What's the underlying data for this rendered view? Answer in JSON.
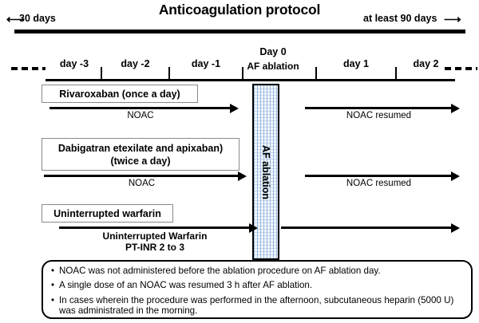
{
  "title": "Anticoagulation protocol",
  "span": {
    "left_label": "30 days",
    "right_label": "at least 90 days",
    "left_arrow_glyph": "⟵",
    "right_arrow_glyph": "⟶"
  },
  "timeline": {
    "days": [
      {
        "label": "day -3"
      },
      {
        "label": "day -2"
      },
      {
        "label": "day -1"
      },
      {
        "label": "day 1"
      },
      {
        "label": "day 2"
      }
    ],
    "day0_title": "Day  0",
    "day0_subtitle": "AF ablation"
  },
  "ablation_column": {
    "label": "AF ablation",
    "fill_color": "#f3f7fd",
    "pattern_color": "#9ab8dd"
  },
  "rows": [
    {
      "box_lines": [
        "Rivaroxaban (once a day)"
      ],
      "pre_label": "NOAC",
      "post_label": "NOAC resumed"
    },
    {
      "box_lines": [
        "Dabigatran etexilate and apixaban)",
        "(twice a day)"
      ],
      "pre_label": "NOAC",
      "post_label": "NOAC resumed"
    },
    {
      "box_lines": [
        "Uninterrupted warfarin"
      ],
      "pre_label_lines": [
        "Uninterrupted Warfarin",
        "PT-INR 2 to 3"
      ],
      "post_label": ""
    }
  ],
  "notes": {
    "bullet": "•",
    "items": [
      "NOAC was not administered before the ablation procedure on AF ablation day.",
      "A single dose of an NOAC was resumed 3 h after AF ablation.",
      "In cases wherein the procedure was performed in the afternoon, subcutaneous heparin (5000 U) was administrated in the morning."
    ]
  }
}
